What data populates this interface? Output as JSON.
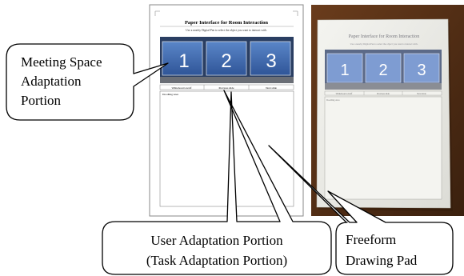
{
  "left_sheet": {
    "title": "Paper Interface for Room Interaction",
    "instruction": "Use a nearby Digital Pen to select the object you want to interact with.",
    "screens": [
      "1",
      "2",
      "3"
    ],
    "options": [
      "Whiteboard on/off",
      "Previous slide",
      "Next slide"
    ],
    "pad_label": "Doodling Area"
  },
  "photo_sheet": {
    "title": "Paper Interface for Room Interaction",
    "instruction": "Use a nearby Digital Pen to select the object you want to interact with.",
    "screens": [
      "1",
      "2",
      "3"
    ],
    "options": [
      "Whiteboard on/off",
      "Previous slide",
      "Next slide"
    ],
    "pad_label": "Doodling Area"
  },
  "callouts": {
    "meeting_space": [
      "Meeting Space",
      "Adaptation",
      "Portion"
    ],
    "user_adaptation": [
      "User Adaptation Portion",
      "(Task Adaptation Portion)"
    ],
    "freeform": [
      "Freeform",
      "Drawing Pad"
    ]
  }
}
